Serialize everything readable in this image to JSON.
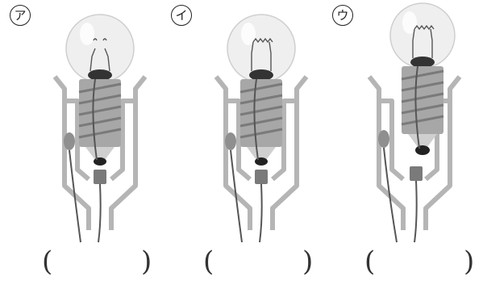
{
  "panels": [
    {
      "label": "ア",
      "open": "(",
      "close": ")",
      "filament": "broken",
      "base": "normal"
    },
    {
      "label": "イ",
      "open": "(",
      "close": ")",
      "filament": "intact",
      "base": "normal"
    },
    {
      "label": "ウ",
      "open": "(",
      "close": ")",
      "filament": "intact",
      "base": "lifted"
    }
  ],
  "colors": {
    "glass": "#eeeeee",
    "metal": "#9a9a9a",
    "metal_dark": "#6e6e6e",
    "holder": "#b5b5b5",
    "wire": "#555555"
  }
}
